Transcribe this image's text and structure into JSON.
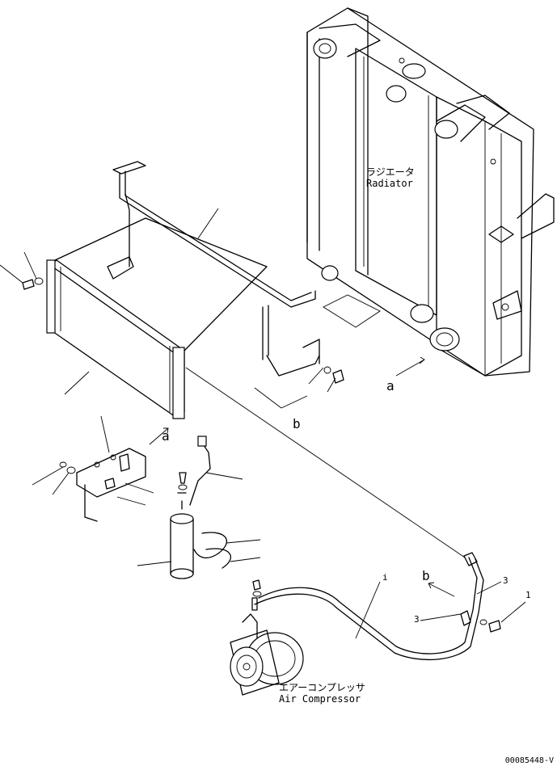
{
  "radiator": {
    "label_jp": "ラジエータ",
    "label_en": "Radiator"
  },
  "compressor": {
    "label_jp": "エアーコンプレッサ",
    "label_en": "Air Compressor"
  },
  "callouts": {
    "a": "a",
    "b": "b",
    "hose_mark": "i",
    "clamp_mark": "3",
    "bolt_mark": "1"
  },
  "drawing_number": "00085448-V"
}
